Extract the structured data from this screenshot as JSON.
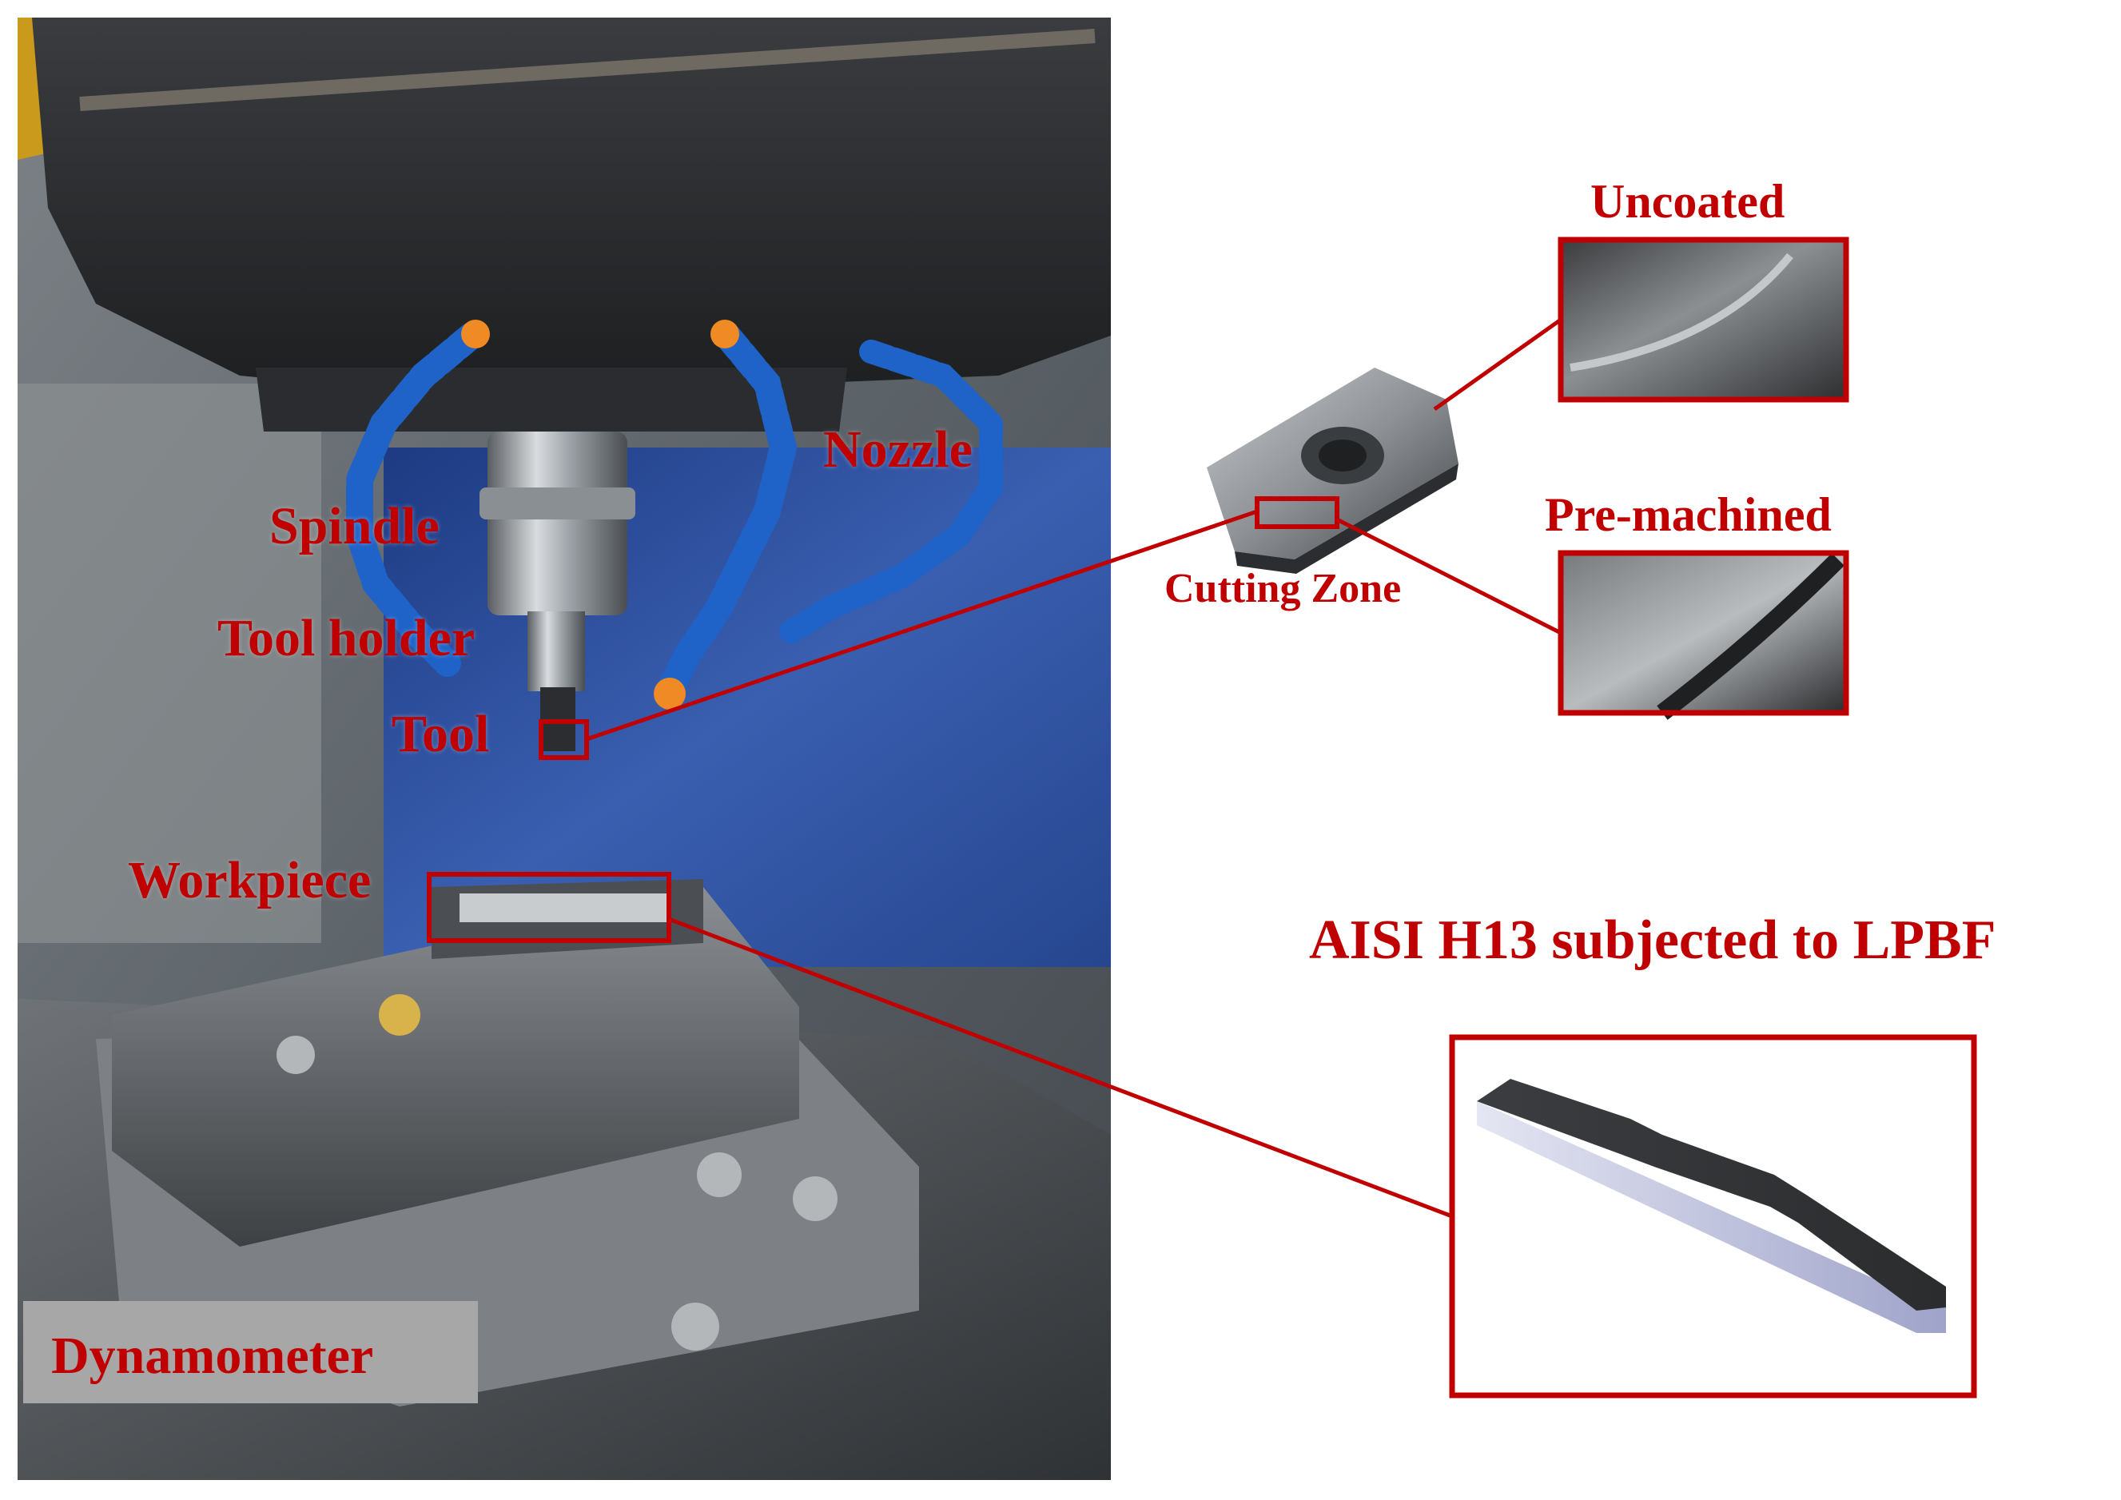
{
  "labels": {
    "spindle": "Spindle",
    "nozzle": "Nozzle",
    "tool_holder": "Tool holder",
    "tool": "Tool",
    "workpiece": "Workpiece",
    "cutting_zone": "Cutting Zone",
    "uncoated": "Uncoated",
    "pre_machined": "Pre-machined",
    "material": "AISI H13 subjected to LPBF",
    "dynamometer": "Dynamometer"
  },
  "colors": {
    "annotation_red": "#c00000",
    "machine_blue": "#2d4f9c",
    "hose_blue": "#1f63c8",
    "hose_orange": "#f08a24",
    "label_box_gray": "#a7a7a7"
  }
}
